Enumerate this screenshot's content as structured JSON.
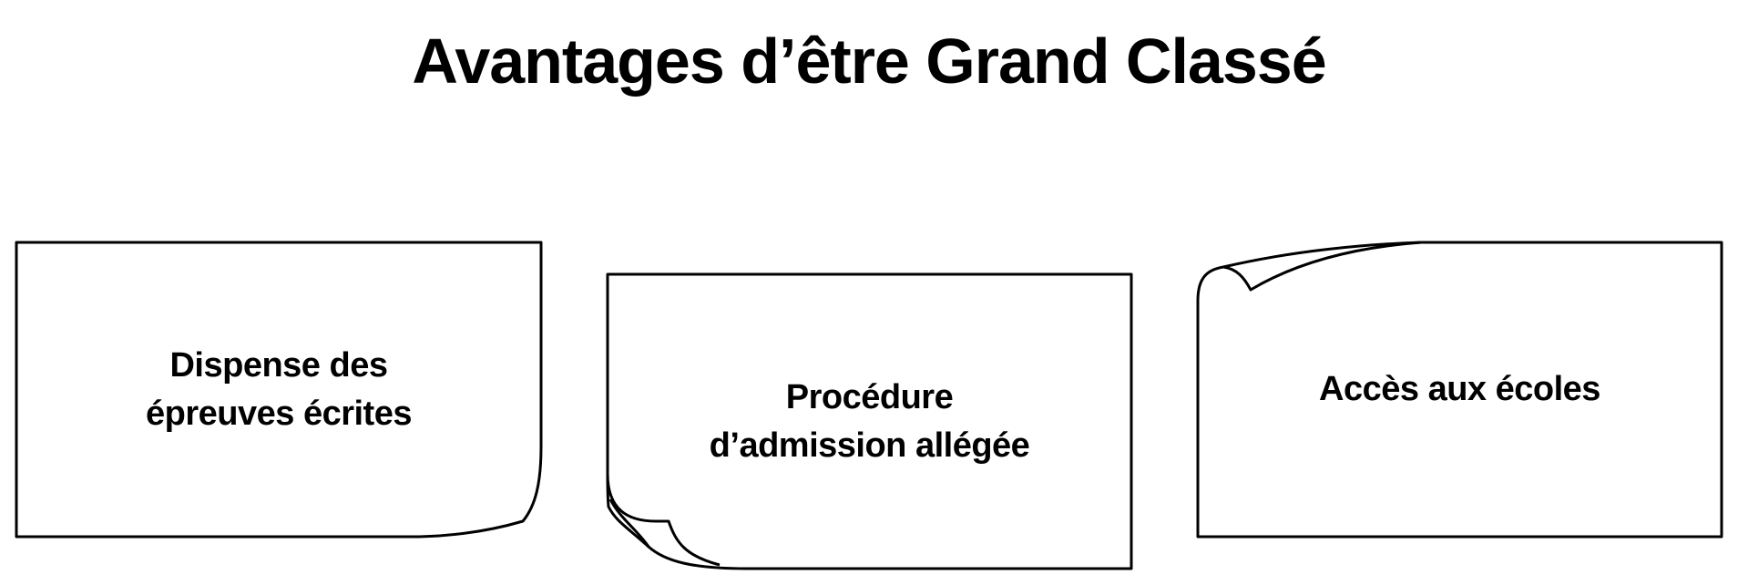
{
  "title": "Avantages d’être Grand Classé",
  "cards": [
    {
      "label_line1": "Dispense des",
      "label_line2": "épreuves écrites",
      "curl": "bottom-right"
    },
    {
      "label_line1": "Procédure",
      "label_line2": "d’admission allégée",
      "curl": "bottom-left"
    },
    {
      "label_line1": "Accès aux écoles",
      "label_line2": "",
      "curl": "top-left"
    }
  ],
  "colors": {
    "stroke": "#000000",
    "background": "#ffffff",
    "text": "#000000"
  }
}
